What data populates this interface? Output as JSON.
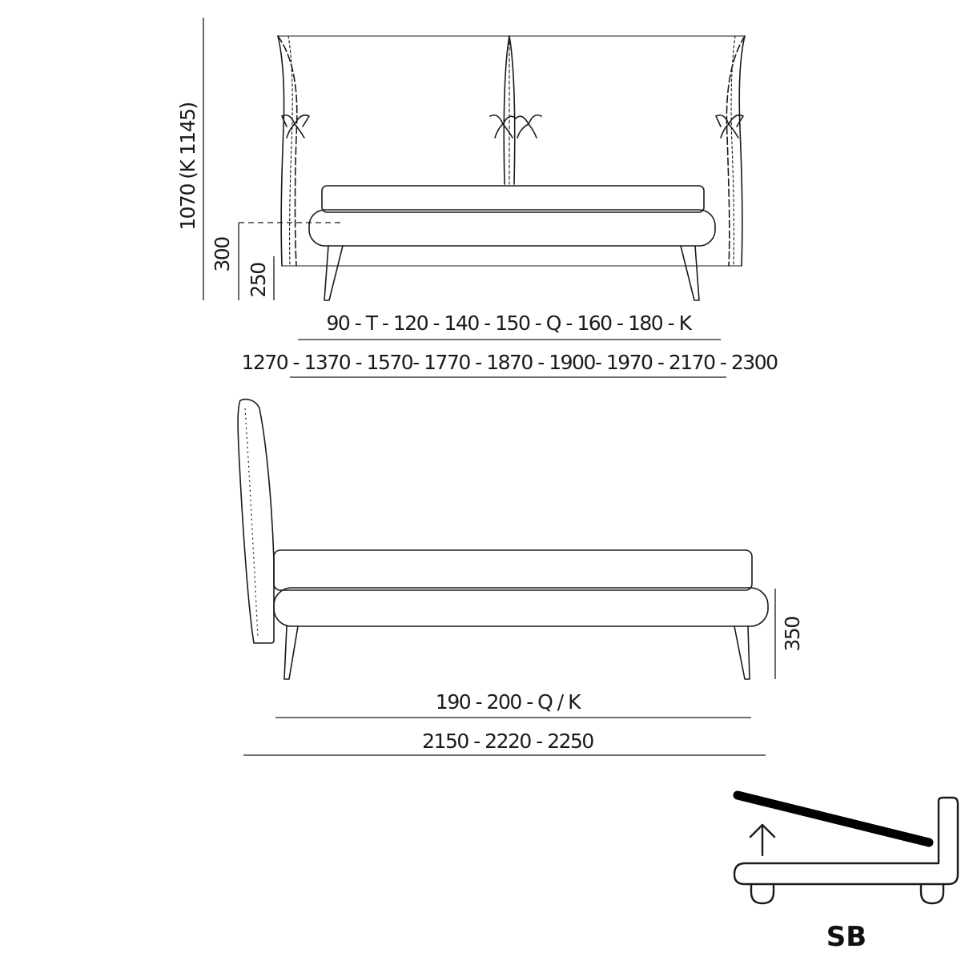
{
  "front_view": {
    "height_label": "1070 (K 1145)",
    "frame_height_label": "300",
    "leg_height_label": "250",
    "mattress_sizes_label": "90 - T - 120 - 140 - 150 - Q - 160 - 180 - K",
    "overall_widths_label": "1270 - 1370 - 1570- 1770  - 1870 - 1900- 1970 - 2170 - 2300"
  },
  "side_view": {
    "height_label": "350",
    "mattress_lengths_label": "190 - 200 - Q / K",
    "overall_lengths_label": "2150 - 2220 - 2250"
  },
  "storage_icon": {
    "label": "SB"
  }
}
